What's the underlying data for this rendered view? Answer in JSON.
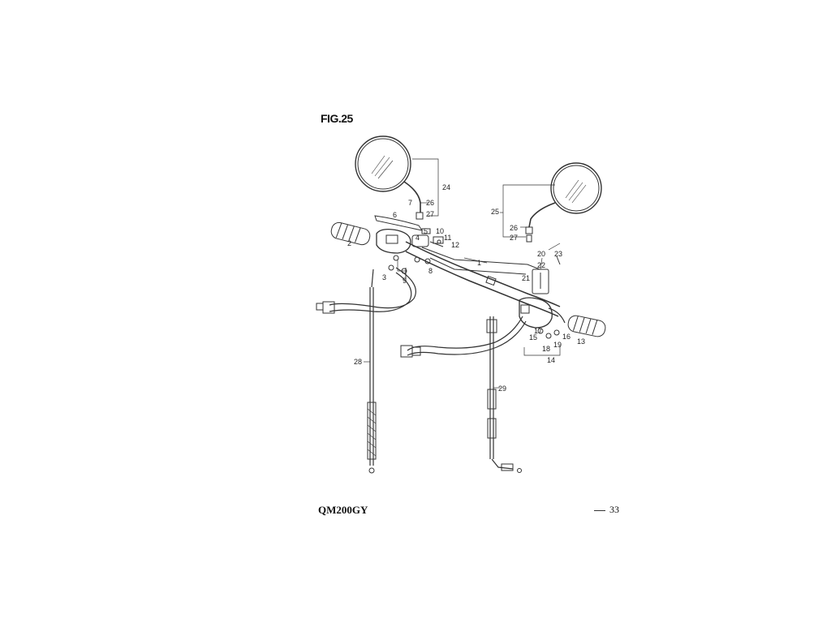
{
  "figure": {
    "title": "FIG.25",
    "model": "QM200GY",
    "page_number": "33"
  },
  "part_labels": [
    "1",
    "2",
    "3",
    "4",
    "5",
    "6",
    "7",
    "8",
    "9",
    "10",
    "11",
    "12",
    "13",
    "14",
    "15",
    "16",
    "17",
    "18",
    "19",
    "20",
    "21",
    "22",
    "23",
    "24",
    "25",
    "26",
    "27",
    "28",
    "29"
  ],
  "colors": {
    "line": "#333333",
    "background": "#ffffff"
  }
}
